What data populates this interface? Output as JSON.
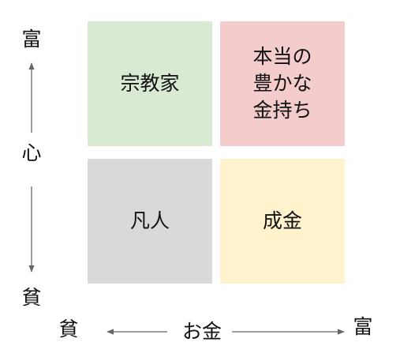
{
  "quadrants": {
    "top_left": {
      "lines": [
        "宗教家"
      ],
      "color": "#d9ead3"
    },
    "top_right": {
      "lines": [
        "本当の",
        "豊かな",
        "金持ち"
      ],
      "color": "#f4cccc"
    },
    "bottom_left": {
      "lines": [
        "凡人"
      ],
      "color": "#d9d9d9"
    },
    "bottom_right": {
      "lines": [
        "成金"
      ],
      "color": "#fff2cc"
    }
  },
  "vertical_axis": {
    "top_label": "富",
    "middle_label": "心",
    "bottom_label": "貧"
  },
  "horizontal_axis": {
    "left_label": "貧",
    "middle_label": "お金",
    "right_label": "富"
  },
  "colors": {
    "arrow": "#666666",
    "text": "#111111"
  }
}
